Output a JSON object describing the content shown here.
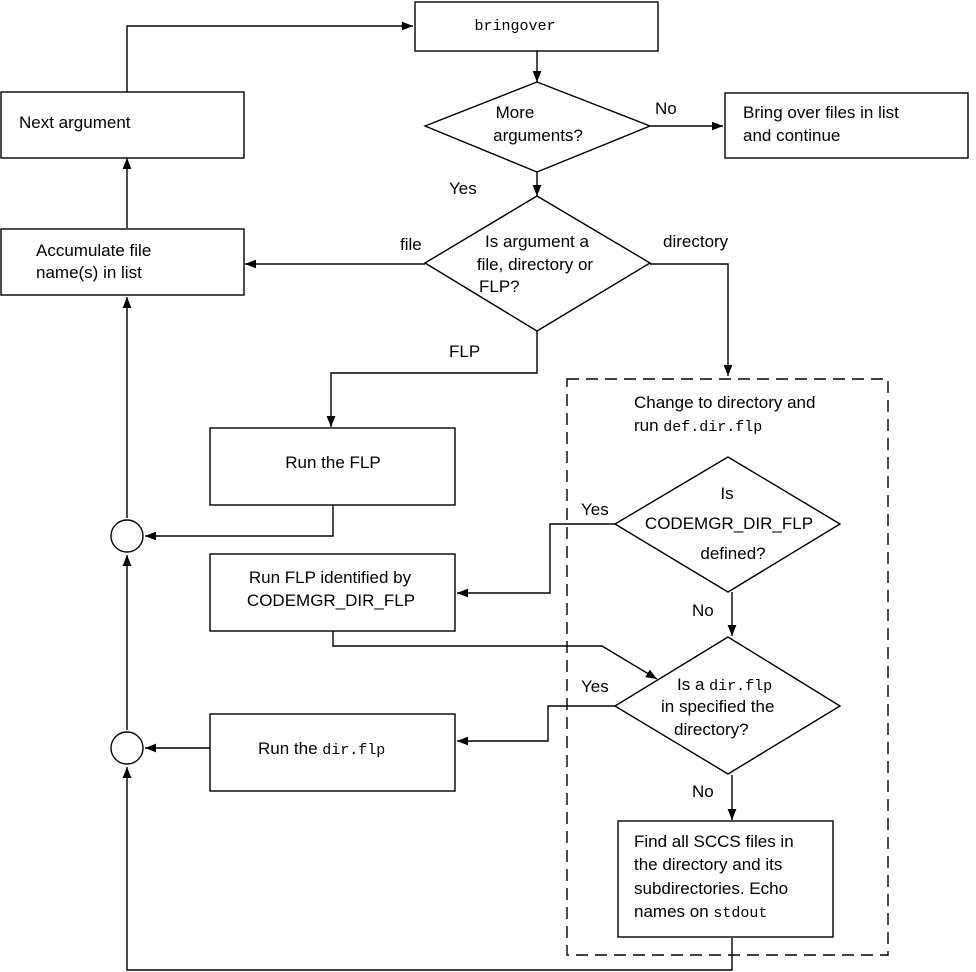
{
  "nodes": {
    "bringover": "bringover",
    "more_args": [
      "More",
      "arguments?"
    ],
    "bring_files": [
      "Bring over files in list",
      "and continue"
    ],
    "next_arg": "Next argument",
    "accumulate": [
      "Accumulate file",
      "name(s) in list"
    ],
    "arg_type": [
      "Is argument a",
      "file, directory or",
      "FLP?"
    ],
    "run_flp": "Run the FLP",
    "change_dir": {
      "line1": "Change to directory and",
      "line2_prefix": "run ",
      "line2_code": "def.dir.flp"
    },
    "codemgr_q": [
      "Is",
      "CODEMGR_DIR_FLP",
      "defined?"
    ],
    "run_codemgr": [
      "Run FLP identified by",
      "CODEMGR_DIR_FLP"
    ],
    "dirflp_q": {
      "l1_prefix": "Is a ",
      "l1_code": "dir.flp",
      "l2": "in specified the",
      "l3": "directory?"
    },
    "run_dirflp": {
      "prefix": "Run the ",
      "code": "dir.flp"
    },
    "find_sccs": {
      "l1": "Find all SCCS files in",
      "l2": "the directory and its",
      "l3": "subdirectories. Echo",
      "l4_prefix": "names on ",
      "l4_code": "stdout"
    }
  },
  "edge_labels": {
    "no_more": "No",
    "yes_more": "Yes",
    "file": "file",
    "directory": "directory",
    "flp": "FLP",
    "yes_codemgr": "Yes",
    "no_codemgr": "No",
    "yes_dirflp": "Yes",
    "no_dirflp": "No"
  }
}
